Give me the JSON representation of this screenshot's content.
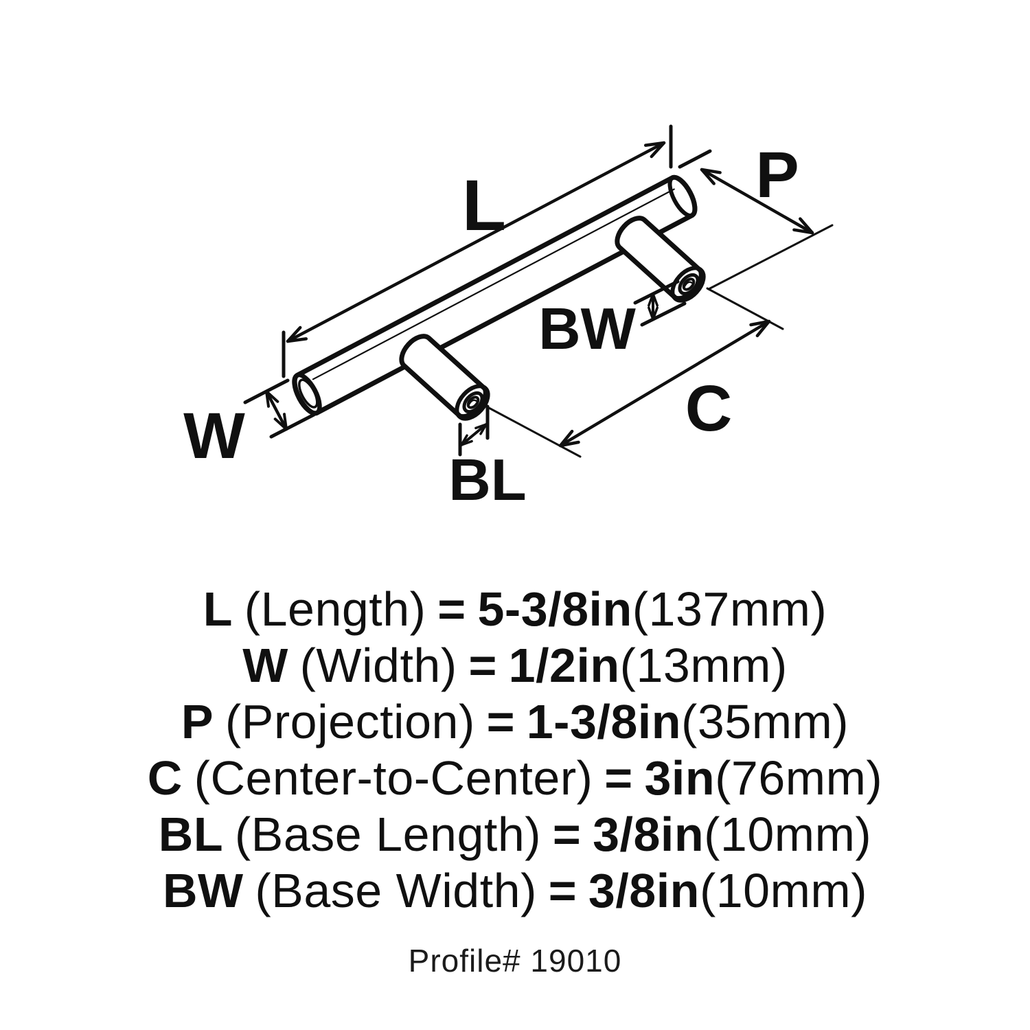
{
  "diagram": {
    "labels": {
      "length": "L",
      "width": "W",
      "projection": "P",
      "center_to_center": "C",
      "base_length": "BL",
      "base_width": "BW"
    }
  },
  "specs": {
    "equals_sign": "=",
    "rows": [
      {
        "symbol": "L",
        "name": "(Length)",
        "value_in": "5-3/8in",
        "value_mm": "(137mm)"
      },
      {
        "symbol": "W",
        "name": "(Width)",
        "value_in": "1/2in",
        "value_mm": "(13mm)"
      },
      {
        "symbol": "P",
        "name": "(Projection)",
        "value_in": "1-3/8in",
        "value_mm": "(35mm)"
      },
      {
        "symbol": "C",
        "name": "(Center-to-Center)",
        "value_in": "3in",
        "value_mm": "(76mm)"
      },
      {
        "symbol": "BL",
        "name": "(Base Length)",
        "value_in": "3/8in",
        "value_mm": "(10mm)"
      },
      {
        "symbol": "BW",
        "name": "(Base Width)",
        "value_in": "3/8in",
        "value_mm": "(10mm)"
      }
    ]
  },
  "footer": {
    "profile": "Profile# 19010"
  },
  "colors": {
    "ink": "#101010",
    "background": "#ffffff"
  }
}
